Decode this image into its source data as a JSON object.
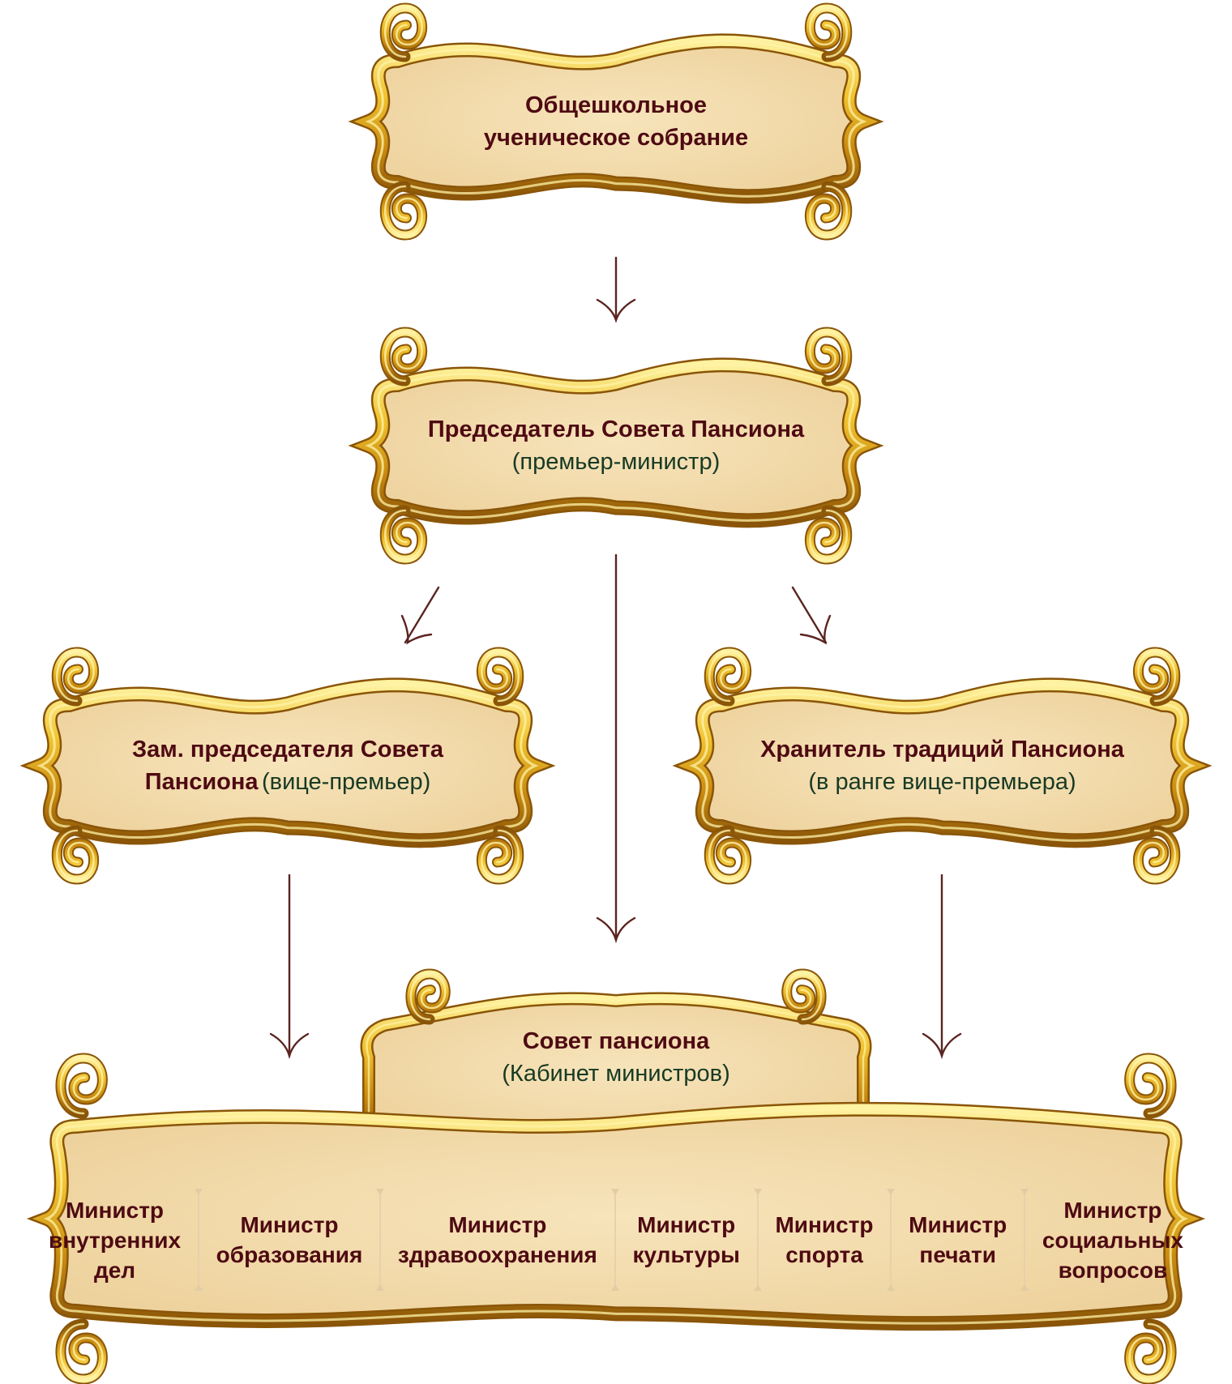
{
  "colors": {
    "title_text": "#4e0a12",
    "subtitle_text": "#173a24",
    "arrow": "#5a2420",
    "plaque_fill": "#f3dcae",
    "gold_light": "#ffe98a",
    "gold_mid": "#e0a81a",
    "gold_dark": "#a0650a"
  },
  "nodes": {
    "assembly": {
      "title_line1": "Общешкольное",
      "title_line2": "ученическое собрание"
    },
    "chairman": {
      "title": "Председатель Совета Пансиона",
      "subtitle": "(премьер-министр)"
    },
    "deputy": {
      "title_line1": "Зам. председателя Совета",
      "title_line2": "Пансиона",
      "subtitle": "(вице-премьер)"
    },
    "keeper": {
      "title": "Хранитель традиций Пансиона",
      "subtitle": "(в ранге вице-премьера)"
    },
    "council": {
      "title": "Совет пансиона",
      "subtitle": "(Кабинет министров)"
    }
  },
  "ministers": [
    {
      "lines": [
        "Министр",
        "внутренних",
        "дел"
      ]
    },
    {
      "lines": [
        "Министр",
        "образования"
      ]
    },
    {
      "lines": [
        "Министр",
        "здравоохранения"
      ]
    },
    {
      "lines": [
        "Министр",
        "культуры"
      ]
    },
    {
      "lines": [
        "Министр",
        "спорта"
      ]
    },
    {
      "lines": [
        "Министр",
        "печати"
      ]
    },
    {
      "lines": [
        "Министр",
        "социальных",
        "вопросов"
      ]
    }
  ],
  "edges": [
    {
      "from": "assembly",
      "to": "chairman"
    },
    {
      "from": "chairman",
      "to": "deputy"
    },
    {
      "from": "chairman",
      "to": "council"
    },
    {
      "from": "chairman",
      "to": "keeper"
    },
    {
      "from": "deputy",
      "to": "ministers"
    },
    {
      "from": "keeper",
      "to": "ministers"
    }
  ]
}
